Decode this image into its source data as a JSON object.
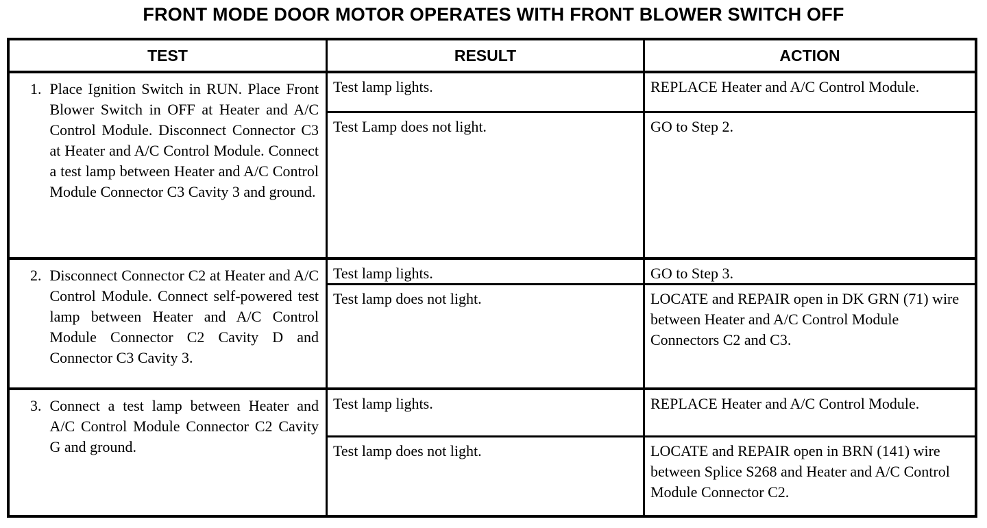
{
  "title": "FRONT MODE DOOR MOTOR OPERATES WITH FRONT BLOWER SWITCH OFF",
  "table": {
    "headers": {
      "test": "TEST",
      "result": "RESULT",
      "action": "ACTION"
    },
    "steps": [
      {
        "number": "1.",
        "test": "Place Ignition Switch in RUN. Place Front Blower Switch in OFF at Heater and A/C Control Module. Disconnect Connector C3 at Heater and A/C Control Module. Connect a test lamp between Heater and A/C Control Module Connector C3 Cavity 3 and ground.",
        "outcomes": [
          {
            "result": "Test lamp lights.",
            "action": "REPLACE Heater and A/C Control Module."
          },
          {
            "result": "Test Lamp does not light.",
            "action": "GO to Step 2."
          }
        ]
      },
      {
        "number": "2.",
        "test": "Disconnect Connector C2 at Heater and A/C Control Module. Connect self-powered test lamp between Heater and A/C Control Module Connector C2 Cavity D and Connector C3 Cavity 3.",
        "outcomes": [
          {
            "result": "Test lamp lights.",
            "action": "GO to Step 3."
          },
          {
            "result": "Test lamp does not light.",
            "action": "LOCATE and REPAIR open in DK GRN (71) wire between Heater and A/C Control Module Connectors C2 and C3."
          }
        ]
      },
      {
        "number": "3.",
        "test": "Connect a test lamp between Heater and A/C Control Module Connector C2 Cavity G and ground.",
        "outcomes": [
          {
            "result": "Test lamp lights.",
            "action": "REPLACE Heater and A/C Control Module."
          },
          {
            "result": "Test lamp does not light.",
            "action": "LOCATE and REPAIR open in BRN (141) wire between Splice S268 and Heater and A/C Control Module Connector C2."
          }
        ]
      }
    ]
  },
  "colors": {
    "ink": "#000000",
    "paper": "#ffffff"
  }
}
